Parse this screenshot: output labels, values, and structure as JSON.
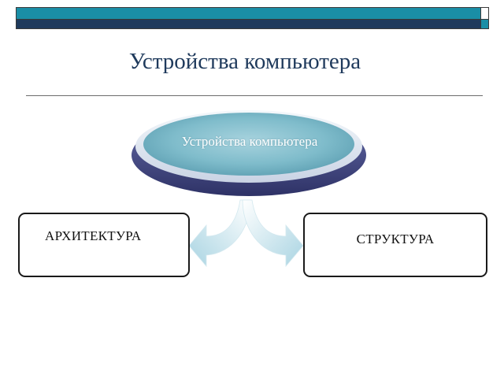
{
  "slide": {
    "title": "Устройства компьютера"
  },
  "diagram": {
    "center_node": {
      "label": "Устройства компьютера"
    },
    "branches": [
      {
        "label": "АРХИТЕКТУРА"
      },
      {
        "label": "СТРУКТУРА"
      }
    ]
  },
  "colors": {
    "band_top": "#1a8ea6",
    "band_bottom": "#1f3a5c",
    "title_text": "#1f3a5c",
    "ellipse_fill": "#7fbccb",
    "ellipse_base": "#4a4f88",
    "arrow_fill": "#b6dbe6"
  }
}
